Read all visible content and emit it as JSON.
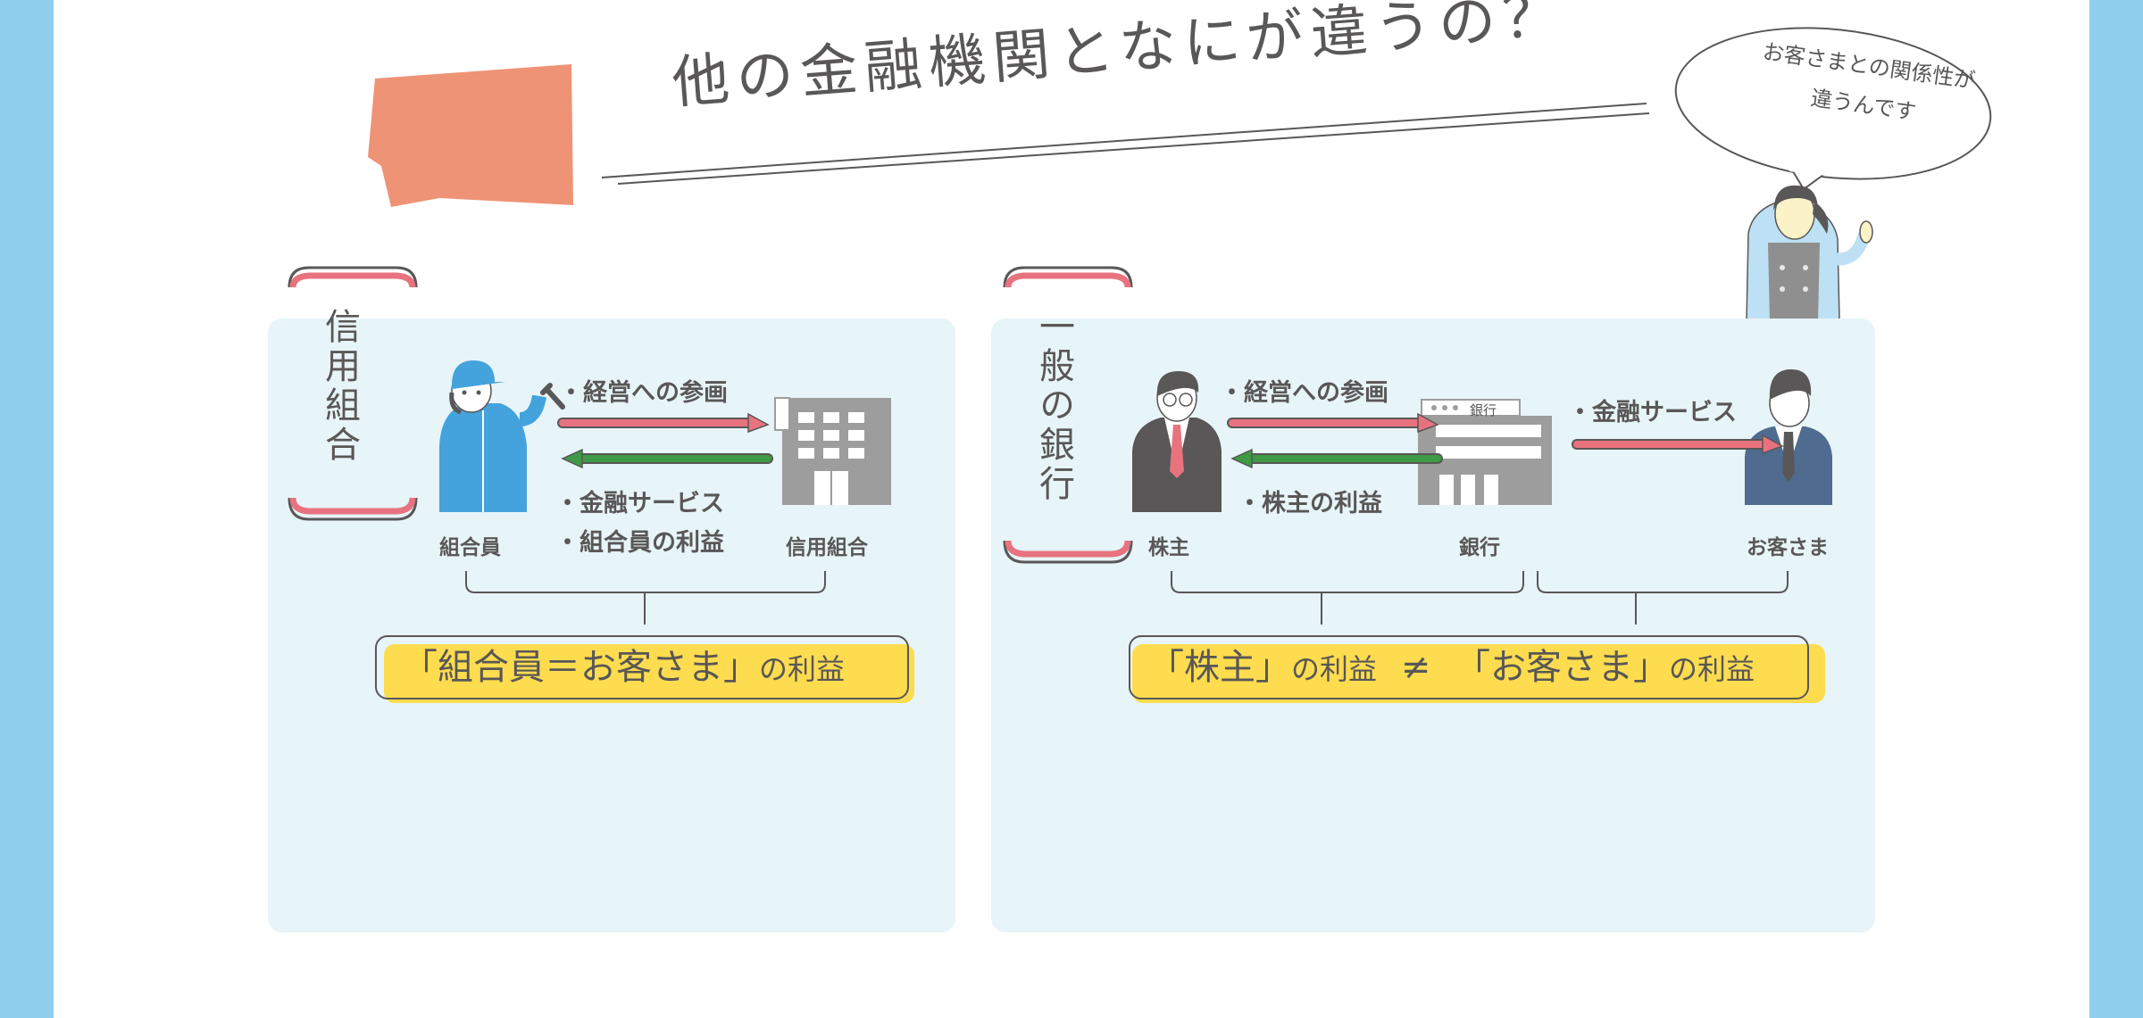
{
  "header": {
    "title": "他の金融機関となにが違うの？"
  },
  "speech_bubble": {
    "line1": "お客さまとの関係性が",
    "line2": "違うんです"
  },
  "colors": {
    "background_band": "#8dcfec",
    "panel": "#e7f4f8",
    "highlight_yellow": "#fddc4f",
    "arrow_red": "#e8737f",
    "arrow_green": "#3f9a45",
    "megaphone": "#ef9376",
    "text": "#595757"
  },
  "credit_union": {
    "heading": "信用組合",
    "member_label": "組合員",
    "institution_label": "信用組合",
    "arrow_to_institution": "・経営への参画",
    "arrow_to_member_1": "・金融サービス",
    "arrow_to_member_2": "・組合員の利益",
    "result_main": "「組合員＝お客さま」",
    "result_suffix": "の利益",
    "icons": {
      "member": "worker-icon",
      "institution": "office-building-icon"
    }
  },
  "bank": {
    "heading": "一般の銀行",
    "shareholder_label": "株主",
    "bank_label": "銀行",
    "customer_label": "お客さま",
    "arrow_to_bank": "・経営への参画",
    "arrow_to_shareholder": "・株主の利益",
    "arrow_to_customer": "・金融サービス",
    "result_part1": "「株主」",
    "result_suffix1": "の利益",
    "result_neq": "≠",
    "result_part2": "「お客さま」",
    "result_suffix2": "の利益",
    "building_sign": "銀行",
    "icons": {
      "shareholder": "businessman-icon",
      "bank": "bank-building-icon",
      "customer": "customer-icon"
    }
  }
}
